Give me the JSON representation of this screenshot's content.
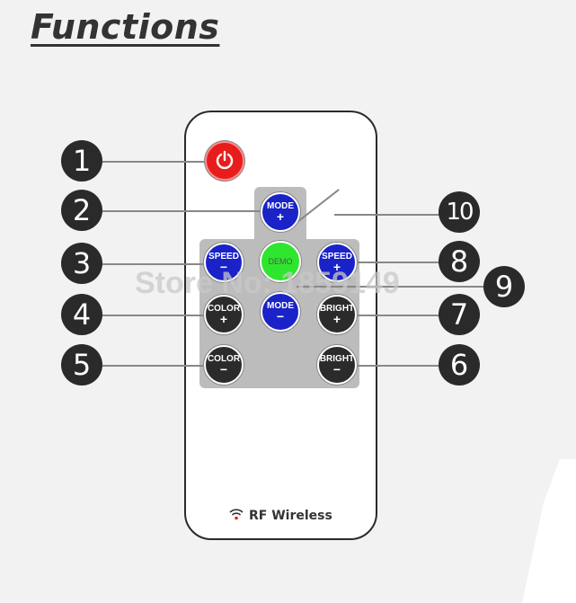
{
  "title": "Functions",
  "watermark": "Store No: 1859149",
  "remote": {
    "footer_label": "RF Wireless",
    "buttons": {
      "power": {
        "icon": "power-icon"
      },
      "mode_plus": {
        "label": "MODE",
        "symbol": "+"
      },
      "mode_minus": {
        "label": "MODE",
        "symbol": "−"
      },
      "speed_minus": {
        "label": "SPEED",
        "symbol": "−"
      },
      "speed_plus": {
        "label": "SPEED",
        "symbol": "+"
      },
      "demo": {
        "label": "DEMO"
      },
      "color_plus": {
        "label": "COLOR",
        "symbol": "+"
      },
      "color_minus": {
        "label": "COLOR",
        "symbol": "−"
      },
      "bright_plus": {
        "label": "BRIGHT",
        "symbol": "+"
      },
      "bright_minus": {
        "label": "BRIGHT",
        "symbol": "−"
      }
    }
  },
  "callouts": [
    "1",
    "2",
    "3",
    "4",
    "5",
    "6",
    "7",
    "8",
    "9",
    "10"
  ],
  "colors": {
    "blue_button": "#1a22c8",
    "dark_button": "#2b2b2b",
    "demo_button": "#2ee62e",
    "power_button": "#e81c1c",
    "panel": "#bcbcbc"
  }
}
